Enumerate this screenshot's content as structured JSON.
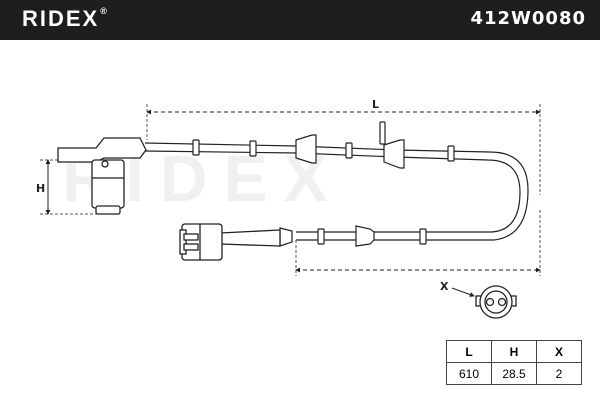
{
  "header": {
    "brand": "RIDEX",
    "brand_mark": "®",
    "part_number": "412W0080"
  },
  "watermark": "RIDEX",
  "drawing": {
    "dimension_labels": {
      "length": "L",
      "height": "H",
      "connector_view": "X"
    }
  },
  "spec_table": {
    "headers": [
      "L",
      "H",
      "X"
    ],
    "values": [
      "610",
      "28.5",
      "2"
    ]
  },
  "colors": {
    "header_bg": "#1e1e1e",
    "header_text": "#ffffff",
    "line": "#222222"
  }
}
